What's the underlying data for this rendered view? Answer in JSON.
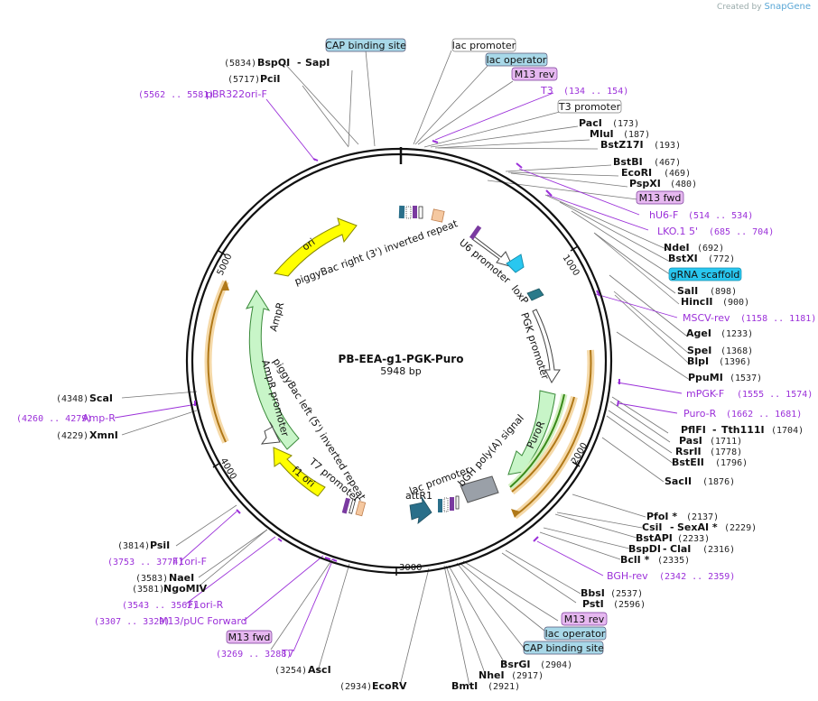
{
  "brand": {
    "prefix": "Created by",
    "name": "SnapGene"
  },
  "plasmid": {
    "name": "PB-EEA-g1-PGK-Puro",
    "size": "5948 bp"
  },
  "ticks": [
    "1000",
    "2000",
    "3000",
    "4000",
    "5000"
  ],
  "box_labels": [
    {
      "text": "CAP binding site",
      "fill": "#a8d8e8"
    },
    {
      "text": "lac promoter",
      "fill": "#ffffff"
    },
    {
      "text": "lac operator",
      "fill": "#a8d8e8"
    },
    {
      "text": "M13 rev",
      "fill": "#e6b8f0"
    },
    {
      "text": "T3 promoter",
      "fill": "#ffffff"
    },
    {
      "text": "M13 fwd",
      "fill": "#e6b8f0"
    },
    {
      "text": "gRNA scaffold",
      "fill": "#29c7f0"
    },
    {
      "text": "M13 rev",
      "fill": "#e6b8f0"
    },
    {
      "text": "lac operator",
      "fill": "#a8d8e8"
    },
    {
      "text": "CAP binding site",
      "fill": "#a8d8e8"
    },
    {
      "text": "M13 fwd",
      "fill": "#e6b8f0"
    }
  ],
  "top_left": [
    {
      "pos": "(5834)",
      "name": "BspQI",
      "sep": "-",
      "name2": "SapI"
    },
    {
      "pos": "(5717)",
      "name": "PciI"
    }
  ],
  "primers_left_top": [
    {
      "range": "(5562 .. 5581)",
      "name": "pBR322ori-F"
    }
  ],
  "right_sites": [
    {
      "name": "PacI",
      "pos": "(173)"
    },
    {
      "name": "MluI",
      "pos": "(187)"
    },
    {
      "name": "BstZ17I",
      "pos": "(193)"
    },
    {
      "name": "BstBI",
      "pos": "(467)"
    },
    {
      "name": "EcoRI",
      "pos": "(469)"
    },
    {
      "name": "PspXI",
      "pos": "(480)"
    },
    {
      "name": "NdeI",
      "pos": "(692)"
    },
    {
      "name": "BstXI",
      "pos": "(772)"
    },
    {
      "name": "SalI",
      "pos": "(898)"
    },
    {
      "name": "HincII",
      "pos": "(900)"
    },
    {
      "name": "AgeI",
      "pos": "(1233)"
    },
    {
      "name": "SpeI",
      "pos": "(1368)"
    },
    {
      "name": "BlpI",
      "pos": "(1396)"
    },
    {
      "name": "PpuMI",
      "pos": "(1537)"
    },
    {
      "name": "PflFI",
      "sep": "-",
      "name2": "Tth111I",
      "pos": "(1704)"
    },
    {
      "name": "PasI",
      "pos": "(1711)"
    },
    {
      "name": "RsrII",
      "pos": "(1778)"
    },
    {
      "name": "BstEII",
      "pos": "(1796)"
    },
    {
      "name": "SacII",
      "pos": "(1876)"
    },
    {
      "name": "PfoI *",
      "pos": "(2137)"
    },
    {
      "name": "CsiI",
      "sep": "-",
      "name2": "SexAI *",
      "pos": "(2229)"
    },
    {
      "name": "BstAPI",
      "pos": "(2233)"
    },
    {
      "name": "BspDI",
      "sep": "-",
      "name2": "ClaI",
      "pos": "(2316)"
    },
    {
      "name": "BclI *",
      "pos": "(2335)"
    },
    {
      "name": "BbsI",
      "pos": "(2537)"
    },
    {
      "name": "PstI",
      "pos": "(2596)"
    },
    {
      "name": "BsrGI",
      "pos": "(2904)"
    },
    {
      "name": "NheI",
      "pos": "(2917)"
    },
    {
      "name": "BmtI",
      "pos": "(2921)"
    },
    {
      "name": "EcoRV",
      "pos": "(2934)"
    },
    {
      "name": "AscI",
      "pos": "(3254)"
    }
  ],
  "right_primers": [
    {
      "name": "T3",
      "range": "(134 .. 154)"
    },
    {
      "name": "hU6-F",
      "range": "(514 .. 534)"
    },
    {
      "name": "LKO.1 5'",
      "range": "(685 .. 704)"
    },
    {
      "name": "MSCV-rev",
      "range": "(1158 .. 1181)"
    },
    {
      "name": "mPGK-F",
      "range": "(1555 .. 1574)"
    },
    {
      "name": "Puro-R",
      "range": "(1662 .. 1681)"
    },
    {
      "name": "BGH-rev",
      "range": "(2342 .. 2359)"
    }
  ],
  "left_sites": [
    {
      "pos": "(4348)",
      "name": "ScaI"
    },
    {
      "pos": "(4229)",
      "name": "XmnI"
    },
    {
      "pos": "(3814)",
      "name": "PsiI"
    },
    {
      "pos": "(3583)",
      "name": "NaeI"
    },
    {
      "pos": "(3581)",
      "name": "NgoMIV"
    }
  ],
  "left_primers": [
    {
      "range": "(4260 .. 4279)",
      "name": "Amp-R"
    },
    {
      "range": "(3753 .. 3774)",
      "name": "F1ori-F"
    },
    {
      "range": "(3543 .. 3562)",
      "name": "F1ori-R"
    },
    {
      "range": "(3307 .. 3329)",
      "name": "M13/pUC Forward"
    },
    {
      "range": "(3269 .. 3288)",
      "name": "T7"
    }
  ],
  "features": {
    "ori": "ori",
    "pbac_right": "piggyBac right (3') inverted repeat",
    "u6": "U6 promoter",
    "loxp": "loxP",
    "pgk": "PGK promoter",
    "puror": "PuroR",
    "bgh": "bGH poly(A) signal",
    "lac_inner": "lac promoter",
    "attr1": "attR1",
    "ampr": "AmpR",
    "ampr_prom": "AmpR promoter",
    "pbac_left": "piggyBac left (5') inverted repeat",
    "t7prom": "T7 promoter",
    "f1ori": "f1 ori"
  }
}
